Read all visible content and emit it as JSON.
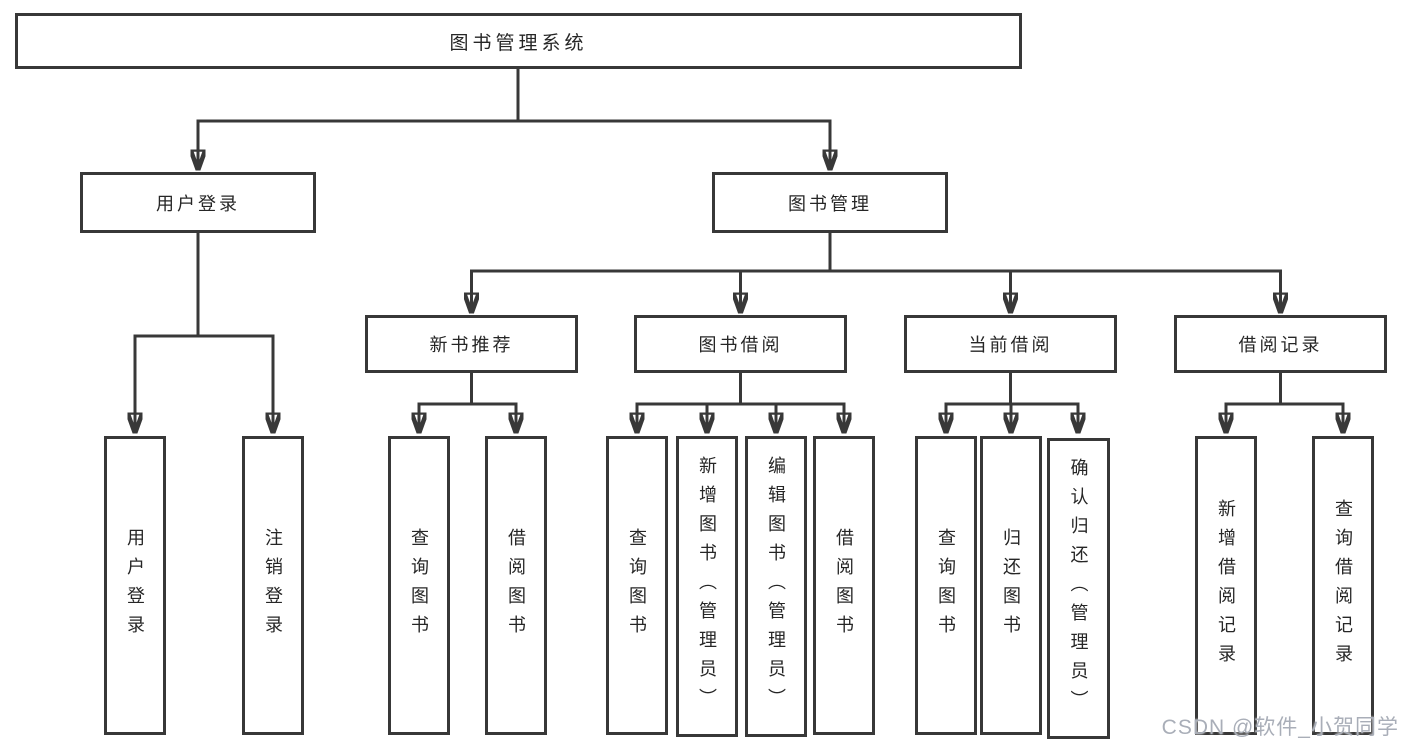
{
  "diagram": {
    "root": {
      "label": "图书管理系统"
    },
    "modules": {
      "user_login": {
        "label": "用户登录",
        "children": [
          "用户登录",
          "注销登录"
        ]
      },
      "book_management": {
        "label": "图书管理",
        "sections": {
          "new_book_recommend": {
            "label": "新书推荐",
            "children": [
              "查询图书",
              "借阅图书"
            ]
          },
          "book_borrow": {
            "label": "图书借阅",
            "children": [
              "查询图书",
              "新增图书（管理员）",
              "编辑图书（管理员）",
              "借阅图书"
            ]
          },
          "current_borrow": {
            "label": "当前借阅",
            "children": [
              "查询图书",
              "归还图书",
              "确认归还（管理员）"
            ]
          },
          "borrow_records": {
            "label": "借阅记录",
            "children": [
              "新增借阅记录",
              "查询借阅记录"
            ]
          }
        }
      }
    }
  },
  "watermark": {
    "text": "CSDN @软件_小贺同学"
  },
  "colors": {
    "line": "#383838",
    "text": "#262626",
    "background": "#ffffff",
    "watermark": "#a9aeb8"
  }
}
